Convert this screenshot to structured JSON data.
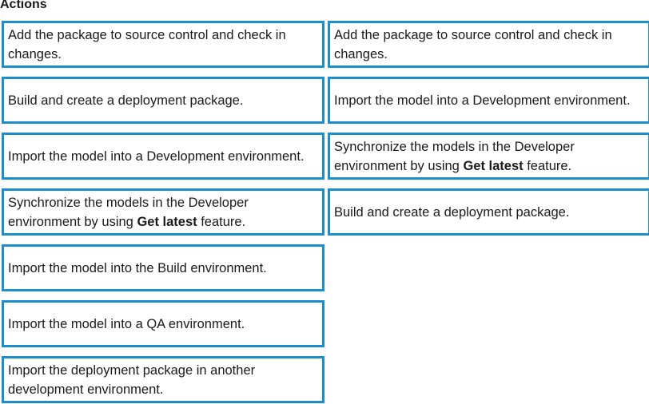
{
  "header": {
    "title": "Actions"
  },
  "actions": [
    {
      "pre": "Add the package to source control and check in changes.",
      "bold": "",
      "post": ""
    },
    {
      "pre": "Build and create a deployment package.",
      "bold": "",
      "post": ""
    },
    {
      "pre": "Import the model into a Development environment.",
      "bold": "",
      "post": ""
    },
    {
      "pre": "Synchronize the models in the Developer environment by using ",
      "bold": "Get latest",
      "post": " feature."
    },
    {
      "pre": "Import the model into the Build environment.",
      "bold": "",
      "post": ""
    },
    {
      "pre": "Import the model into a QA environment.",
      "bold": "",
      "post": ""
    },
    {
      "pre": "Import the deployment package in another development environment.",
      "bold": "",
      "post": ""
    }
  ],
  "answers": [
    {
      "pre": "Add the package to source control and check in changes.",
      "bold": "",
      "post": ""
    },
    {
      "pre": "Import the model into a Development environment.",
      "bold": "",
      "post": ""
    },
    {
      "pre": "Synchronize the models in the Developer environment by using ",
      "bold": "Get latest",
      "post": " feature."
    },
    {
      "pre": "Build and create a deployment package.",
      "bold": "",
      "post": ""
    }
  ],
  "colors": {
    "border": "#1c8ecb"
  }
}
